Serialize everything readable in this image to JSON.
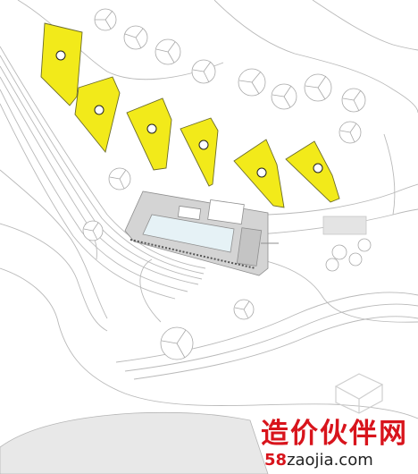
{
  "site_plan": {
    "accent_color": "#f2ea1a",
    "pavilion_count": 6,
    "pavilion_icon": "yellow-pavilion-with-circle",
    "main_building_icon": "grey-building-with-pool",
    "tree_icon": "tree-canopy-circle"
  },
  "watermark": {
    "chinese": "造价伙伴网",
    "url_number": "58",
    "url_rest": "zaojia.com",
    "color": "#d8141c"
  }
}
